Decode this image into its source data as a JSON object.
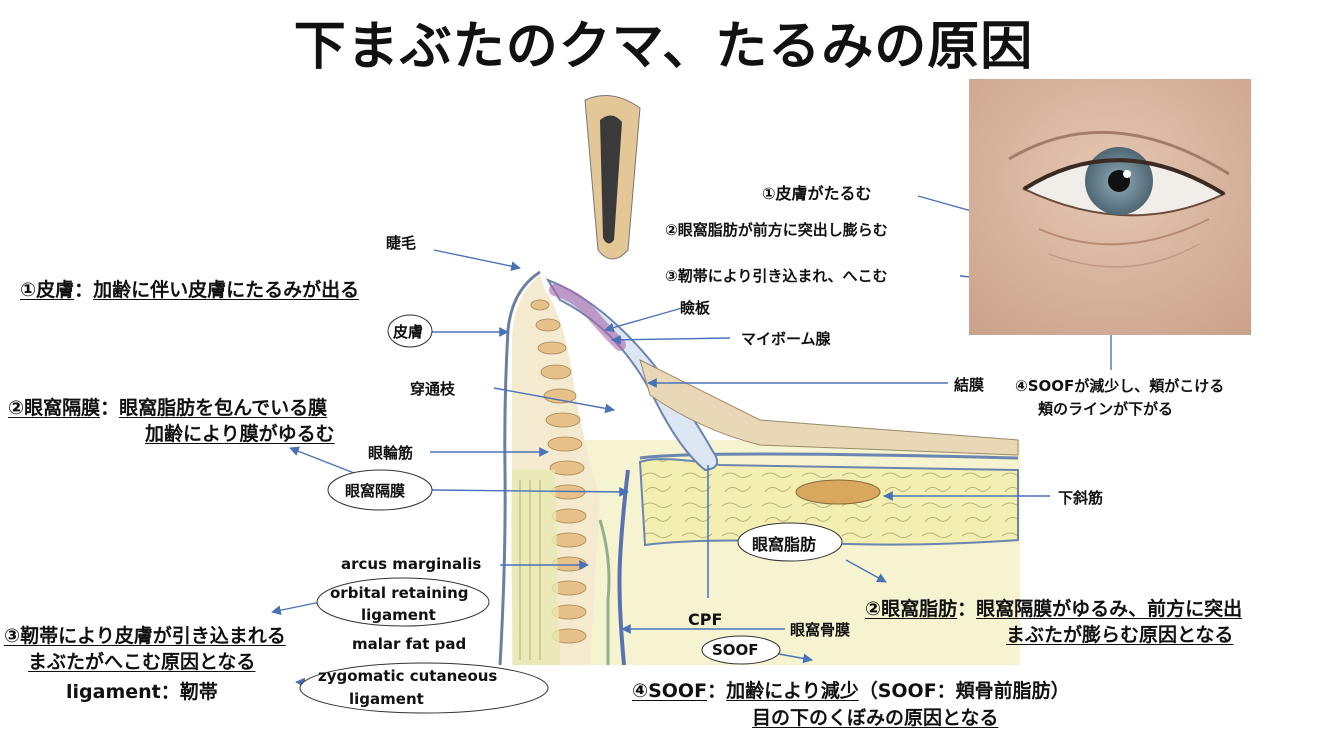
{
  "title": "下まぶたのクマ、たるみの原因",
  "anatomy": {
    "matsuge": "睫毛",
    "kenban": "瞼板",
    "meibomian": "マイボーム腺",
    "hifu": "皮膚",
    "sentsushi": "穿通枝",
    "ketsumaku": "結膜",
    "gankinkin": "眼輪筋",
    "ganka_kakumaku": "眼窩隔膜",
    "kashakin": "下斜筋",
    "ganka_shibo": "眼窩脂肪",
    "arcus": "arcus marginalis",
    "orl_1": "orbital retaining",
    "orl_2": "ligament",
    "cpf": "CPF",
    "ganka_kotsumaku": "眼窩骨膜",
    "malar": "malar fat pad",
    "soof": "SOOF",
    "zcl_1": "zygomatic cutaneous",
    "zcl_2": "ligament"
  },
  "photo_labels": {
    "l1": "①皮膚がたるむ",
    "l2": "②眼窩脂肪が前方に突出し膨らむ",
    "l3": "③靭帯により引き込まれ、へこむ",
    "l4a": "④SOOFが減少し、頬がこける",
    "l4b": "頬のラインが下がる"
  },
  "causes": {
    "c1_head": "①皮膚",
    "c1_sep": "：",
    "c1_body": "加齢に伴い皮膚にたるみが出る",
    "c2_head": "②眼窩隔膜",
    "c2_sep": "：",
    "c2_body1": "眼窩脂肪を包んでいる膜",
    "c2_body2": "加齢により膜がゆるむ",
    "c3_line1": "③靭帯により皮膚が引き込まれる",
    "c3_line2": "まぶたがへこむ原因となる",
    "c3_note": "ligament：靭帯",
    "c4_head": "②眼窩脂肪",
    "c4_sep": "：",
    "c4_body1": "眼窩隔膜がゆるみ、前方に突出",
    "c4_body2": "まぶたが膨らむ原因となる",
    "c5_head": "④SOOF",
    "c5_sep": "：",
    "c5_body1": "加齢により減少",
    "c5_paren": "（SOOF：頬骨前脂肪）",
    "c5_body2": "目の下のくぼみの原因となる"
  },
  "colors": {
    "arrow": "#4a72b8",
    "fat_yellow": "#f2efb0",
    "fat_lobule": "#d9b27a",
    "tissue_blue": "#c8d6ea",
    "muscle": "#e9c79a"
  }
}
